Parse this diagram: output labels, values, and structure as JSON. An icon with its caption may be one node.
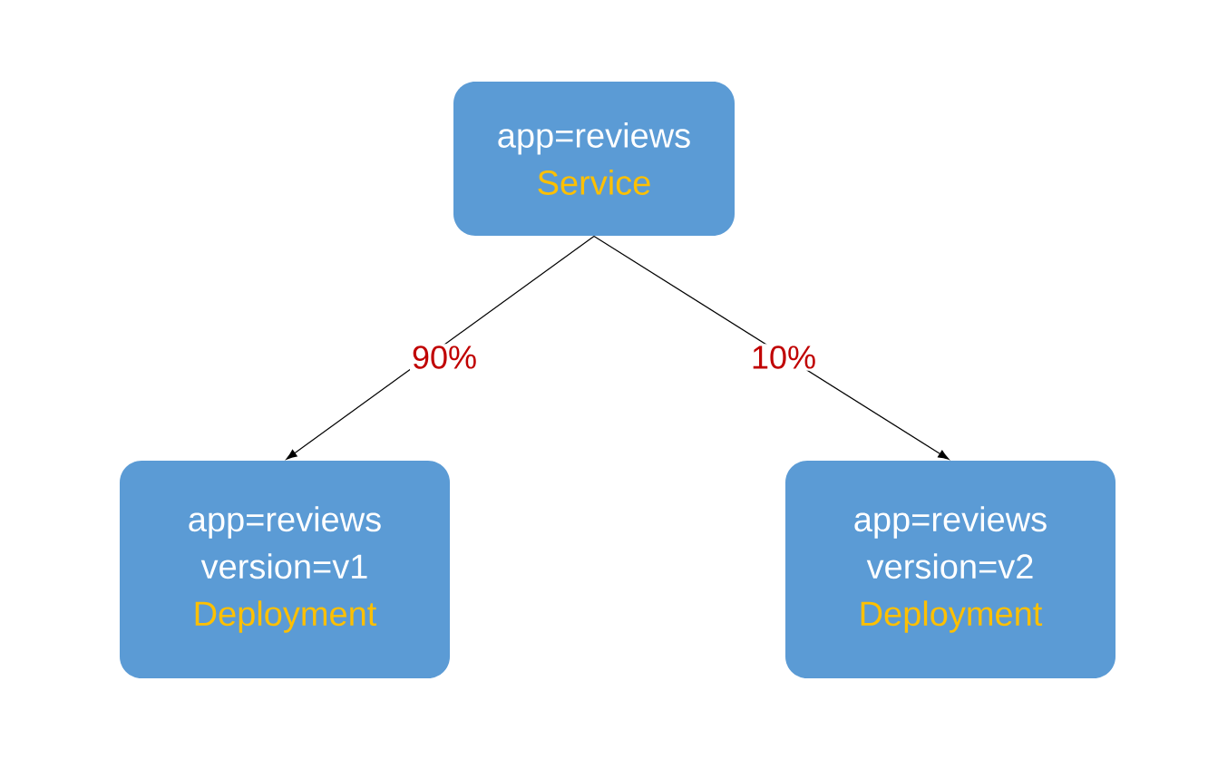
{
  "diagram": {
    "nodes": [
      {
        "text": [
          "app=reviews",
          "Service"
        ]
      },
      {
        "text": [
          "app=reviews version=v1",
          "Deployment"
        ]
      },
      {
        "text": [
          "app=reviews version=v2",
          "Deployment"
        ]
      }
    ],
    "edges": [
      {
        "from": 0,
        "to": 1,
        "arrow": "to",
        "label": "90%"
      },
      {
        "from": 0,
        "to": 2,
        "arrow": "to",
        "label": "10%"
      }
    ]
  }
}
